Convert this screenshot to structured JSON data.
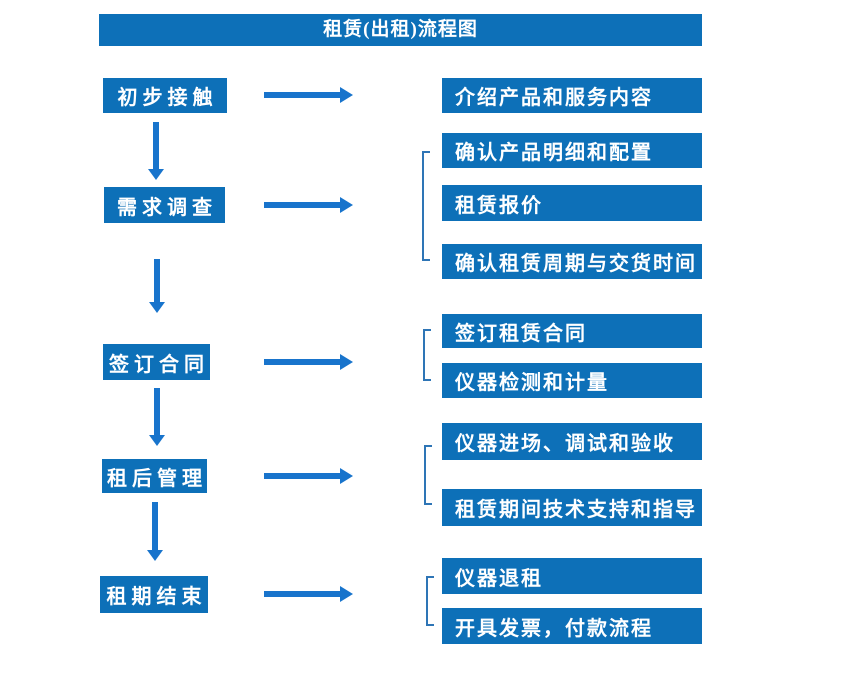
{
  "title": "租赁(出租)流程图",
  "colors": {
    "box_blue": "#0d70b8",
    "arrow_blue": "#1874cc",
    "bracket_blue": "#2e75b6",
    "text_white": "#ffffff",
    "background": "#ffffff"
  },
  "steps": [
    {
      "label": "初步接触",
      "details": [
        "介绍产品和服务内容"
      ]
    },
    {
      "label": "需求调查",
      "details": [
        "确认产品明细和配置",
        "租赁报价",
        "确认租赁周期与交货时间"
      ]
    },
    {
      "label": "签订合同",
      "details": [
        "签订租赁合同",
        "仪器检测和计量"
      ]
    },
    {
      "label": "租后管理",
      "details": [
        "仪器进场、调试和验收",
        "租赁期间技术支持和指导"
      ]
    },
    {
      "label": "租期结束",
      "details": [
        "仪器退租",
        "开具发票，付款流程"
      ]
    }
  ]
}
